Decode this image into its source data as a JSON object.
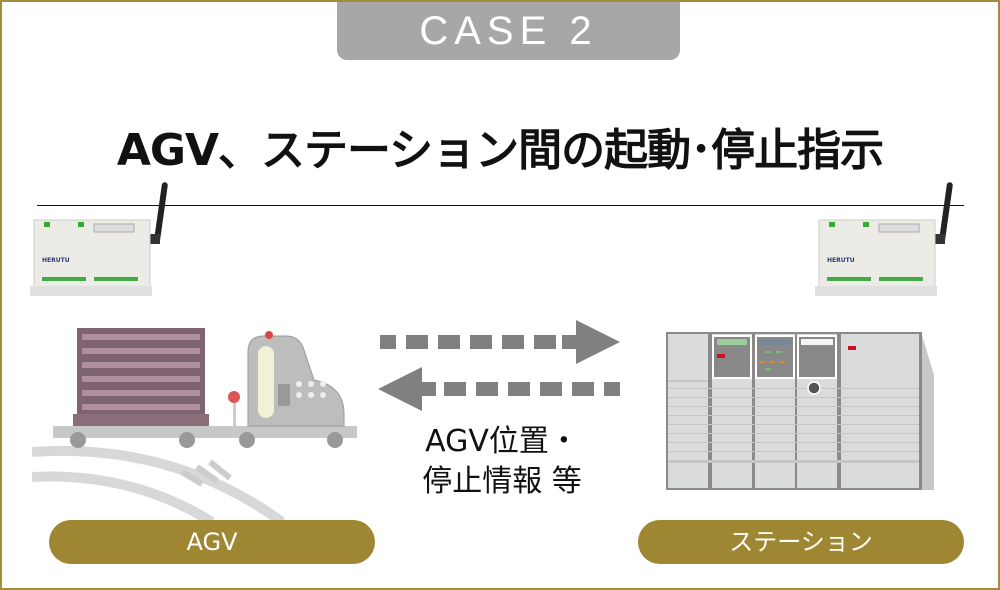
{
  "header": {
    "case_label": "CASE 2",
    "title": "AGV、ステーション間の起動･停止指示"
  },
  "caption": {
    "line1": "AGV位置・",
    "line2": "停止情報 等"
  },
  "labels": {
    "agv": "AGV",
    "station": "ステーション"
  },
  "icons": {
    "device": "wireless-io-unit-icon",
    "agv": "agv-vehicle-icon",
    "station": "control-station-icon",
    "arrow_right": "dashed-arrow-right-icon",
    "arrow_left": "dashed-arrow-left-icon"
  },
  "colors": {
    "accent": "#9e8632",
    "border": "#a48c3a",
    "case_bg": "#a7a7a7",
    "arrow": "#808080"
  }
}
